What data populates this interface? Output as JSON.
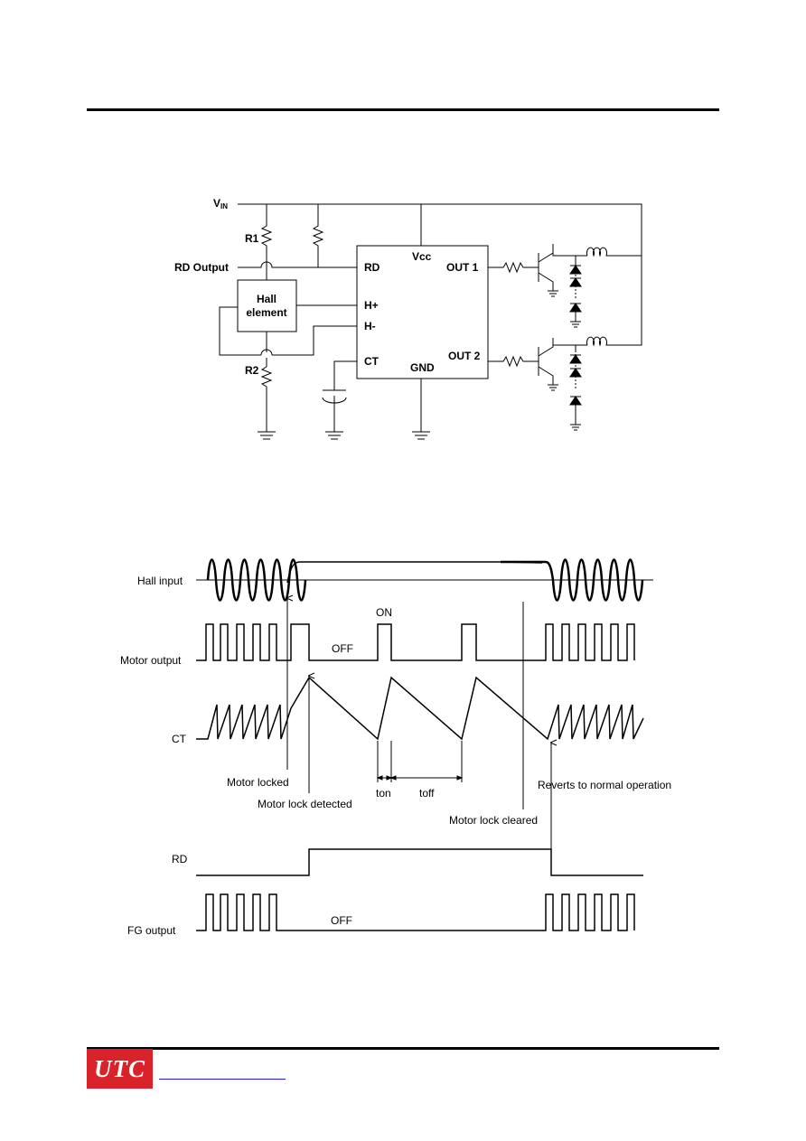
{
  "circuit": {
    "labels": {
      "vin": "V",
      "vin_sub": "IN",
      "r1": "R1",
      "r2": "R2",
      "rd_output": "RD Output",
      "hall_line1": "Hall",
      "hall_line2": "element",
      "pin_rd": "RD",
      "pin_vcc": "Vcc",
      "pin_hplus": "H+",
      "pin_hminus": "H-",
      "pin_ct": "CT",
      "pin_gnd": "GND",
      "pin_out1": "OUT 1",
      "pin_out2": "OUT 2"
    }
  },
  "timing": {
    "signals": {
      "hall_input": "Hall input",
      "motor_output": "Motor output",
      "ct": "CT",
      "rd": "RD",
      "fg_output": "FG output"
    },
    "annotations": {
      "on": "ON",
      "off_motor": "OFF",
      "off_fg": "OFF",
      "motor_locked": "Motor locked",
      "motor_lock_detected": "Motor lock detected",
      "ton": "ton",
      "toff": "toff",
      "motor_lock_cleared": "Motor lock cleared",
      "reverts": "Reverts to normal operation"
    }
  },
  "footer": {
    "logo_text": "UTC",
    "logo_color": "#d9222a",
    "link_color": "#1a1aff"
  }
}
